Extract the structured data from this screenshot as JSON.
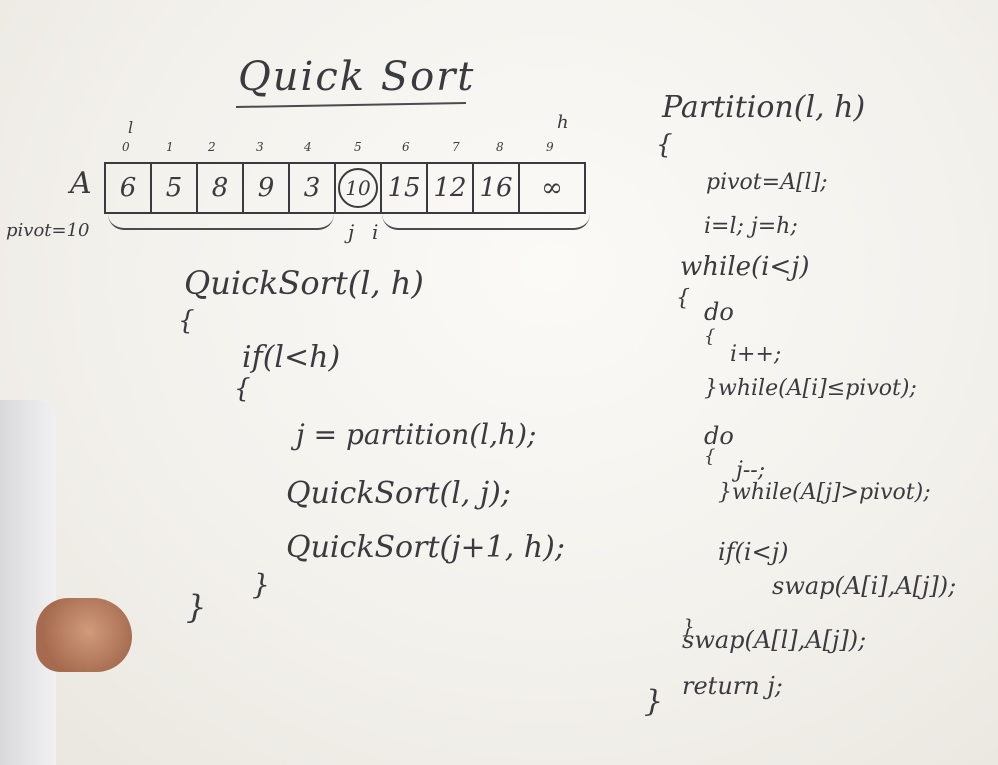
{
  "title": "Quick Sort",
  "array": {
    "name": "A",
    "indices": [
      "0",
      "1",
      "2",
      "3",
      "4",
      "5",
      "6",
      "7",
      "8",
      "9"
    ],
    "values": [
      "6",
      "5",
      "8",
      "9",
      "3",
      "10",
      "15",
      "12",
      "16",
      "∞"
    ],
    "l_marker": "l",
    "h_marker": "h",
    "pivot_note": "pivot=10",
    "j_marker": "j",
    "i_marker": "i"
  },
  "quicksort": {
    "header": "QuickSort(l, h)",
    "open_brace": "{",
    "if_line": "if(l<h)",
    "if_brace": "{",
    "line1": "j = partition(l,h);",
    "line2": "QuickSort(l, j);",
    "line3": "QuickSort(j+1, h);",
    "close_if": "}",
    "close_fn": "}"
  },
  "partition": {
    "header": "Partition(l, h)",
    "open_brace": "{",
    "l1": "pivot=A[l];",
    "l2": "i=l; j=h;",
    "l3": "while(i<j)",
    "b1": "{",
    "l4": "do",
    "b2": "{",
    "l5": "i++;",
    "l6": "}while(A[i]≤pivot);",
    "l7": "do",
    "b3": "{",
    "l8": "j--;",
    "l9": "}while(A[j]>pivot);",
    "l10": "if(i<j)",
    "l11": "swap(A[i],A[j]);",
    "b4": "}",
    "l12": "swap(A[l],A[j]);",
    "l13": "return j;",
    "close": "}"
  }
}
